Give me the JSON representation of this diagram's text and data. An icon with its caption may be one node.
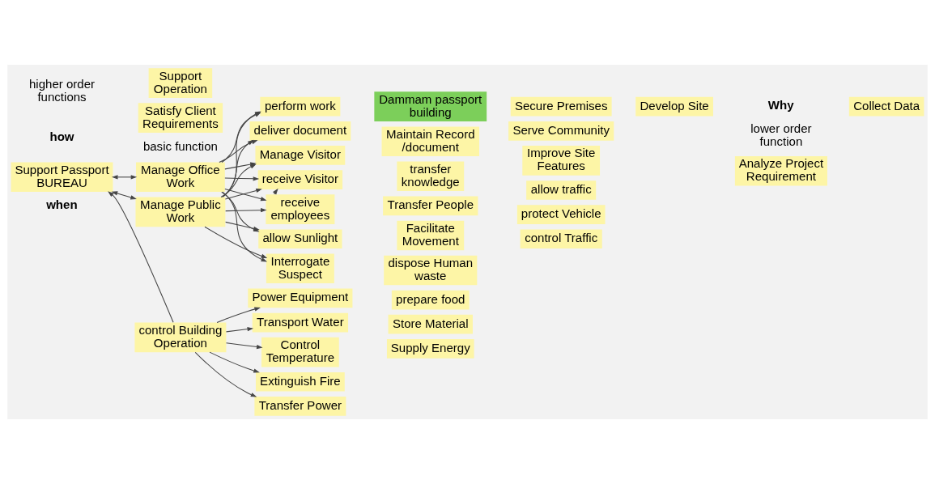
{
  "diagram": {
    "nodes": [
      {
        "text": [
          "Support Operation"
        ]
      },
      {
        "text": [
          "Satisfy Client Requirements"
        ]
      },
      {
        "text": [
          "Dammam passport building"
        ]
      },
      {
        "text": [
          "Secure Premises"
        ]
      },
      {
        "text": [
          "Serve Community"
        ]
      },
      {
        "text": [
          "Support Passport BUREAU"
        ]
      },
      {
        "text": [
          "Manage Office Work"
        ]
      },
      {
        "text": [
          "Manage Public Work"
        ]
      },
      {
        "text": [
          "control Building Operation"
        ]
      },
      {
        "text": [
          "perform work"
        ]
      },
      {
        "text": [
          "deliver document"
        ]
      },
      {
        "text": [
          "Manage Visitor"
        ]
      },
      {
        "text": [
          "receive Visitor"
        ]
      },
      {
        "text": [
          "receive employees"
        ]
      },
      {
        "text": [
          "allow Sunlight"
        ]
      },
      {
        "text": [
          "Interrogate Suspect"
        ]
      },
      {
        "text": [
          "Power Equipment"
        ]
      },
      {
        "text": [
          "Transport Water"
        ]
      },
      {
        "text": [
          "Control Temperature"
        ]
      },
      {
        "text": [
          "Extinguish Fire"
        ]
      },
      {
        "text": [
          "Transfer Power"
        ]
      },
      {
        "text": [
          "Maintain Record /document"
        ]
      },
      {
        "text": [
          "transfer knowledge"
        ]
      },
      {
        "text": [
          "Transfer People"
        ]
      },
      {
        "text": [
          "Facilitate Movement"
        ]
      },
      {
        "text": [
          "dispose Human waste"
        ]
      },
      {
        "text": [
          "prepare food"
        ]
      },
      {
        "text": [
          "Store Material"
        ]
      },
      {
        "text": [
          "Supply Energy"
        ]
      },
      {
        "text": [
          "Improve Site Features"
        ]
      },
      {
        "text": [
          "allow traffic"
        ]
      },
      {
        "text": [
          "protect Vehicle"
        ]
      },
      {
        "text": [
          "control Traffic"
        ]
      },
      {
        "text": [
          "Develop Site"
        ]
      },
      {
        "text": [
          "Analyze Project Requirement"
        ]
      },
      {
        "text": [
          "Collect Data"
        ]
      }
    ],
    "edges": [
      {
        "from": 5,
        "to": 6,
        "arrow": "both"
      },
      {
        "from": 5,
        "to": 7,
        "arrow": "both"
      },
      {
        "from": 8,
        "to": 5,
        "arrow": "to"
      },
      {
        "from": 6,
        "to": 9,
        "arrow": "to"
      },
      {
        "from": 6,
        "to": 10,
        "arrow": "to"
      },
      {
        "from": 6,
        "to": 11,
        "arrow": "to"
      },
      {
        "from": 6,
        "to": 12,
        "arrow": "to"
      },
      {
        "from": 6,
        "to": 13,
        "arrow": "to"
      },
      {
        "from": 6,
        "to": 14,
        "arrow": "to"
      },
      {
        "from": 6,
        "to": 15,
        "arrow": "to"
      },
      {
        "from": 7,
        "to": 9,
        "arrow": "to"
      },
      {
        "from": 7,
        "to": 10,
        "arrow": "to"
      },
      {
        "from": 7,
        "to": 11,
        "arrow": "to"
      },
      {
        "from": 7,
        "to": 12,
        "arrow": "to"
      },
      {
        "from": 7,
        "to": 13,
        "arrow": "to"
      },
      {
        "from": 7,
        "to": 14,
        "arrow": "to"
      },
      {
        "from": 7,
        "to": 15,
        "arrow": "to"
      },
      {
        "from": 13,
        "to": 12,
        "arrow": "to"
      },
      {
        "from": 8,
        "to": 16,
        "arrow": "to"
      },
      {
        "from": 8,
        "to": 17,
        "arrow": "to"
      },
      {
        "from": 8,
        "to": 18,
        "arrow": "to"
      },
      {
        "from": 8,
        "to": 19,
        "arrow": "to"
      },
      {
        "from": 8,
        "to": 20,
        "arrow": "to"
      }
    ],
    "labels": [
      "higher order functions",
      "how",
      "basic function",
      "Why",
      "lower order function",
      "when"
    ]
  }
}
